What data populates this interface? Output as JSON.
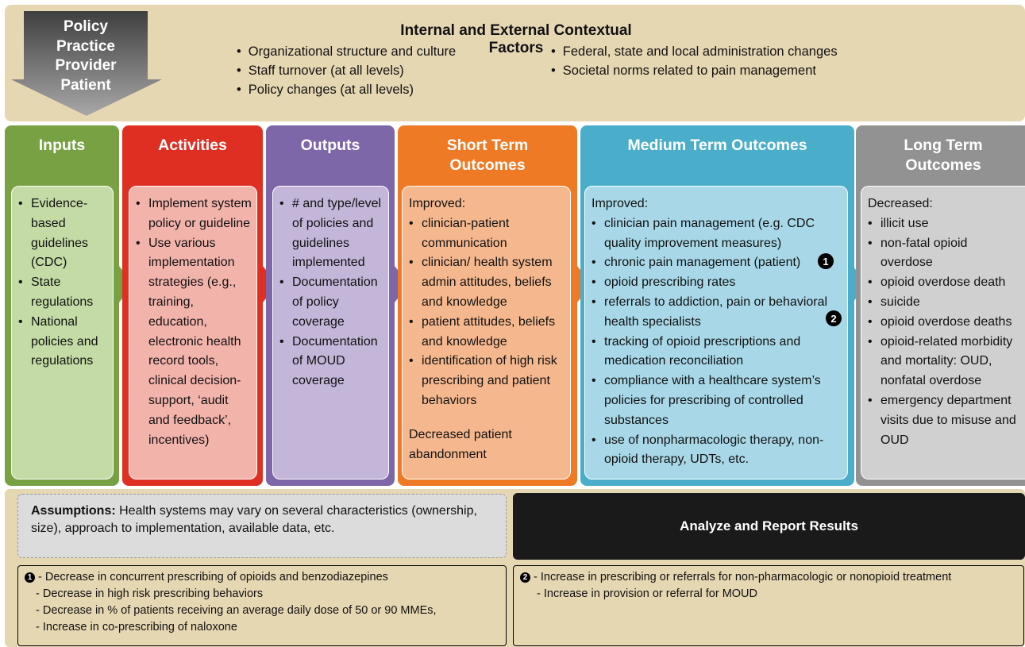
{
  "arrow": {
    "lines": [
      "Policy",
      "Practice",
      "Provider",
      "Patient"
    ]
  },
  "context": {
    "title": "Internal and External Contextual Factors",
    "col1": [
      "Organizational structure and culture",
      "Staff turnover (at all levels)",
      "Policy changes (at all levels)"
    ],
    "col2": [
      "Federal, state and local administration changes",
      "Societal norms related to pain management"
    ]
  },
  "columns": {
    "inputs": {
      "title": "Inputs",
      "color": "#77a142",
      "items": [
        "Evidence-based guidelines (CDC)",
        "State regulations",
        "National policies and regulations"
      ]
    },
    "activities": {
      "title": "Activities",
      "color": "#df2f23",
      "items": [
        "Implement system policy or guideline",
        "Use various implementation strategies (e.g., training, education, electronic health record tools, clinical decision-support, ‘audit and feedback’, incentives)"
      ]
    },
    "outputs": {
      "title": "Outputs",
      "color": "#7e67a8",
      "items": [
        "# and type/level of policies and guidelines implemented",
        "Documentation of policy coverage",
        "Documentation of MOUD coverage"
      ]
    },
    "short": {
      "title": "Short Term Outcomes",
      "color": "#ee7a25",
      "lead": "Improved:",
      "items": [
        "clinician-patient communication",
        "clinician/ health system admin attitudes, beliefs and knowledge",
        "patient attitudes, beliefs and knowledge",
        "identification of high risk prescribing and patient behaviors"
      ],
      "tail": "Decreased patient abandonment"
    },
    "medium": {
      "title": "Medium Term Outcomes",
      "color": "#4aaecb",
      "lead": "Improved:",
      "items": [
        "clinician pain management (e.g. CDC quality improvement measures)",
        "chronic pain management (patient)",
        "opioid prescribing rates",
        "referrals to addiction, pain or behavioral health specialists",
        "tracking of opioid prescriptions and medication reconciliation",
        "compliance with a healthcare system’s policies for prescribing of controlled substances",
        "use of nonpharmacologic therapy, non-opioid therapy, UDTs, etc."
      ],
      "badge1": "1",
      "badge2": "2"
    },
    "long": {
      "title": "Long Term Outcomes",
      "color": "#929292",
      "lead": "Decreased:",
      "items": [
        "illicit use",
        "non-fatal opioid overdose",
        "opioid overdose death",
        "suicide",
        "opioid overdose deaths",
        "opioid-related morbidity and mortality: OUD, nonfatal overdose",
        "emergency department visits due to misuse and OUD"
      ]
    }
  },
  "assumptions": {
    "label": "Assumptions:",
    "text": " Health systems may vary on several characteristics (ownership, size), approach to implementation, available data, etc."
  },
  "analyze": "Analyze and Report Results",
  "note1": {
    "badge": "1",
    "lines": [
      "- Decrease in concurrent prescribing of opioids and benzodiazepines",
      "- Decrease in high risk prescribing behaviors",
      "- Decrease in % of patients receiving an average daily dose of 50 or 90 MMEs,",
      "- Increase in co-prescribing of naloxone"
    ]
  },
  "note2": {
    "badge": "2",
    "lines": [
      "- Increase in prescribing or referrals for non-pharmacologic or nonopioid treatment",
      "- Increase in provision or referral for MOUD"
    ]
  }
}
